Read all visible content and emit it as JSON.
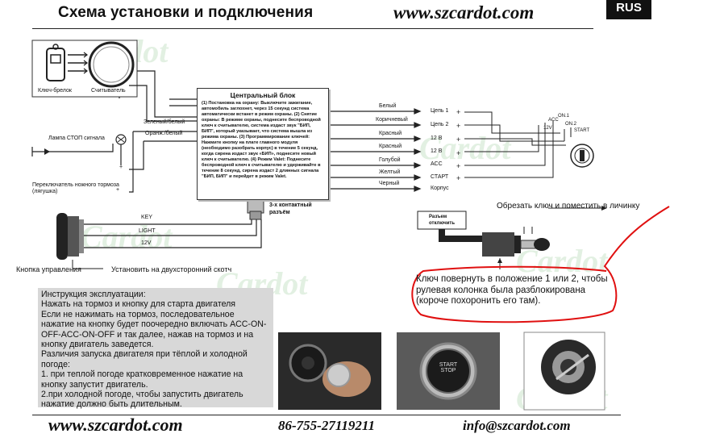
{
  "header": {
    "title": "Схема установки и подключения",
    "url": "www.szcardot.com",
    "lang_badge": "RUS"
  },
  "watermark": "Cardot",
  "top_left": {
    "fob_label": "Ключ-брелок",
    "reader_label": "Считыватель"
  },
  "left_wires": {
    "green_white": "Зеленый/белый",
    "orange_white": "Оранж./белый",
    "stop_lamp": "Лампа СТОП сигнала",
    "brake_switch": "Переключатель ножного тормоза (лягушка)",
    "plus": "+"
  },
  "central_block": {
    "title": "Центральный блок",
    "text": "(1) Постановка на охрану: Выключите зажигание, автомобиль заглохнет, через 15 секунд система автоматически встанет в режим охраны. (2) Снятие охраны: В режиме охраны, поднесите беспроводной ключ к считывателю, система издаст звук \"БИП, БИП\", который указывает, что система вышла из режима охраны. (3) Программирование ключей: Нажмите кнопку на плате главного модуля (необходимо разобрать корпус) в течение 5 секунд, когда сирена издаст звук «БИП», поднесите новый ключ к считывателю. (4) Режим Valet: Поднесите беспроводной ключ к считывателю и удерживайте в течение 8 секунд, сирена издаст 2 длинных сигнала \"БИП, БИП\" и перейдет в режим Valet.",
    "connector": "3-х контактный разъём"
  },
  "right_wires": [
    {
      "color": "Белый",
      "target": "Цепь 1"
    },
    {
      "color": "Коричневый",
      "target": "Цепь 2"
    },
    {
      "color": "Красный",
      "target": "12 В"
    },
    {
      "color": "Красный",
      "target": "12 В"
    },
    {
      "color": "Голубой",
      "target": "АСС"
    },
    {
      "color": "Желтый",
      "target": "СТАРТ"
    },
    {
      "color": "Черный",
      "target": "Корпус"
    }
  ],
  "ignition": {
    "acc": "ACC",
    "on1": "ON.1",
    "on2": "ON.2",
    "v12": "12V",
    "start": "START"
  },
  "control_button": {
    "wires": [
      "KEY",
      "LIGHT",
      "12V"
    ],
    "label": "Кнопка управления",
    "mount_note": "Установить на двухсторонний скотч"
  },
  "key_install": {
    "cut_note": "Обрезать ключ и поместить в личинку",
    "disconnect": "Разъем отключить",
    "note": "Ключ повернуть в положение 1 или 2, чтобы рулевая колонка была разблокирована (короче похоронить его там)."
  },
  "instructions": {
    "lines": [
      "Инструкция эксплуатации:",
      "Нажать на тормоз и кнопку для старта двигателя",
      "Если не нажимать на тормоз, последовательное",
      "нажатие на кнопку будет поочередно включать ACC-ON-",
      "OFF-ACC-ON-OFF и так далее, нажав на тормоз и на",
      "кнопку двигатель заведется.",
      "Различия запуска двигателя при тёплой и холодной",
      "погоде:",
      "1. при теплой погоде кратковременное нажатие на",
      "кнопку запустит двигатель.",
      "2.при холодной погоде, чтобы запустить двигатель",
      "нажатие должно быть длительным."
    ]
  },
  "photo_button": {
    "line1": "START",
    "line2": "STOP"
  },
  "footer": {
    "url": "www.szcardot.com",
    "phone": "86-755-27119211",
    "email": "info@szcardot.com"
  },
  "colors": {
    "note_circle": "#e01010",
    "instr_bg": "#d8d8d8"
  }
}
